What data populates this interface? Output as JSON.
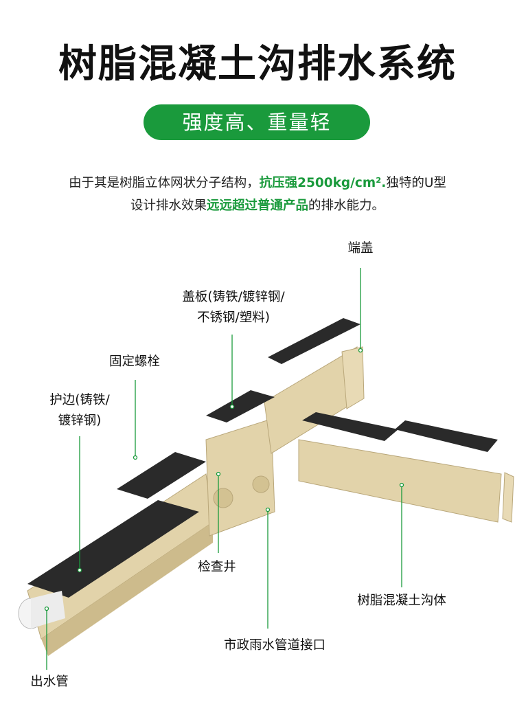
{
  "title": "树脂混凝土沟排水系统",
  "badge": "强度高、重量轻",
  "description": {
    "line1_pre": "由于其是树脂立体网状分子结构，",
    "line1_highlight": "抗压强2500kg/cm².",
    "line1_post": "独特的U型",
    "line2_pre": "设计排水效果",
    "line2_highlight": "远远超过普通产品",
    "line2_post": "的排水能力。"
  },
  "labels": {
    "end_cap": "端盖",
    "cover_line1": "盖板(铸铁/镀锌钢/",
    "cover_line2": "不锈钢/塑料)",
    "bolt": "固定螺栓",
    "edge_line1": "护边(铸铁/",
    "edge_line2": "镀锌钢)",
    "inspection_well": "检查井",
    "channel_body": "树脂混凝土沟体",
    "municipal_interface": "市政雨水管道接口",
    "outlet_pipe": "出水管"
  },
  "colors": {
    "accent": "#1a9a3c",
    "resin": "#e2d3aa",
    "grate": "#2a2a2a"
  }
}
